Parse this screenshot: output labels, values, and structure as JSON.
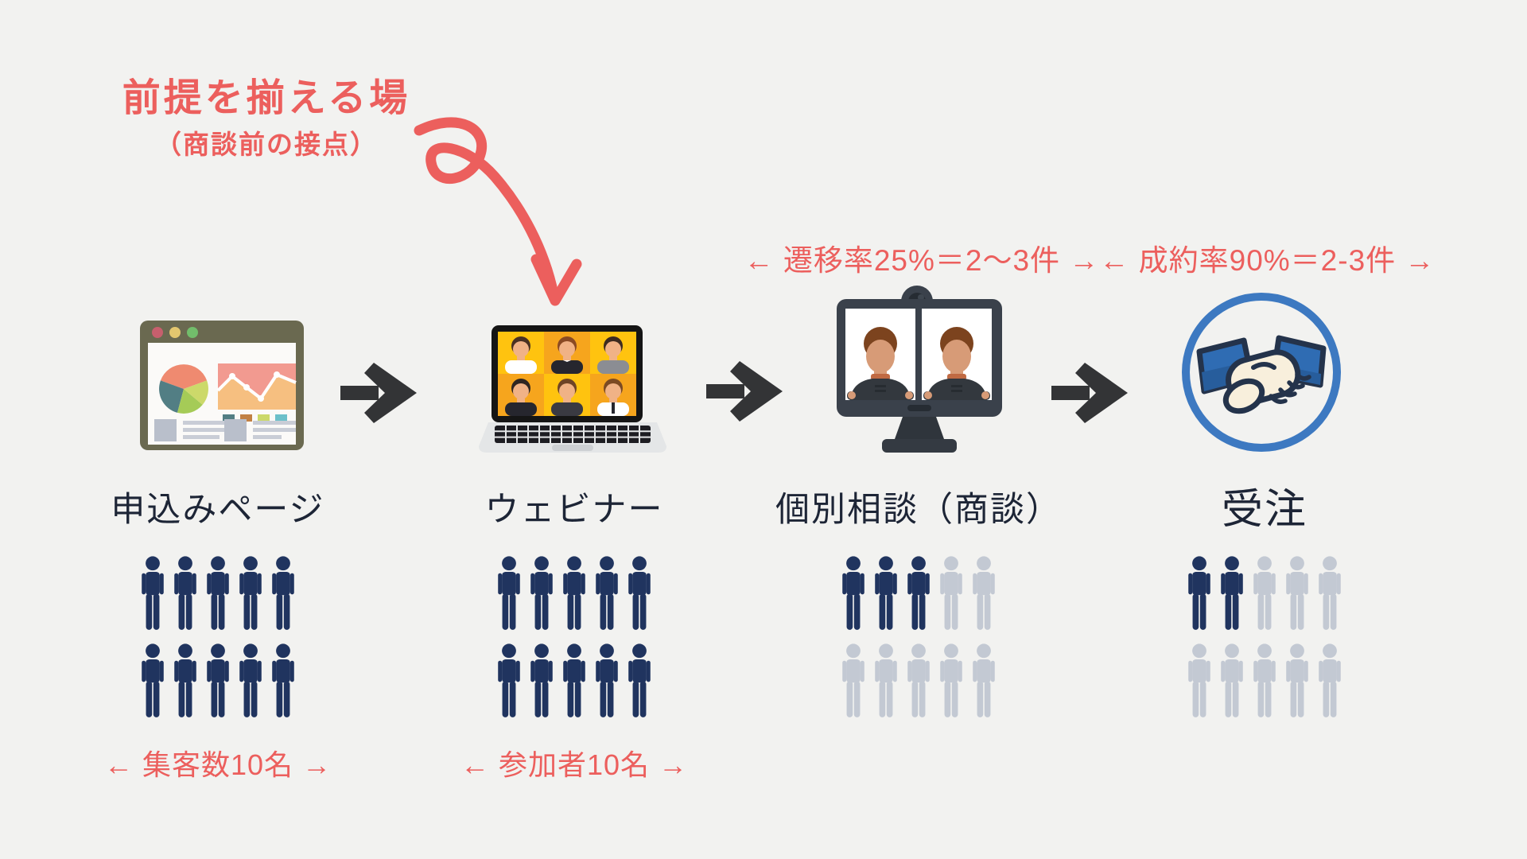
{
  "background": "#f2f2f0",
  "colors": {
    "accent_red": "#ec5f5d",
    "arrow_dark": "#333436",
    "label_navy": "#1d2536",
    "person_dark": "#20345f",
    "person_gray": "#c3c9d3"
  },
  "annotation": {
    "title": "前提を揃える場",
    "subtitle": "（商談前の接点）"
  },
  "rates": {
    "transition": "← 遷移率25%＝2〜3件 →",
    "closing": "← 成約率90%＝2-3件 →"
  },
  "stages": [
    {
      "id": "signup-page",
      "label": "申込みページ",
      "icon": "browser-analytics-icon",
      "people": {
        "dark": 10,
        "gray": 0
      },
      "footnote": "← 集客数10名 →"
    },
    {
      "id": "webinar",
      "label": "ウェビナー",
      "icon": "laptop-video-call-icon",
      "people": {
        "dark": 10,
        "gray": 0
      },
      "footnote": "← 参加者10名 →"
    },
    {
      "id": "consultation",
      "label": "個別相談（商談）",
      "icon": "monitor-consultation-icon",
      "people": {
        "dark": 3,
        "gray": 7
      },
      "footnote": ""
    },
    {
      "id": "order",
      "label": "受注",
      "icon": "handshake-icon",
      "people": {
        "dark": 2,
        "gray": 8
      },
      "footnote": ""
    }
  ],
  "people_per_row": 5,
  "people_total_per_stage": 10
}
